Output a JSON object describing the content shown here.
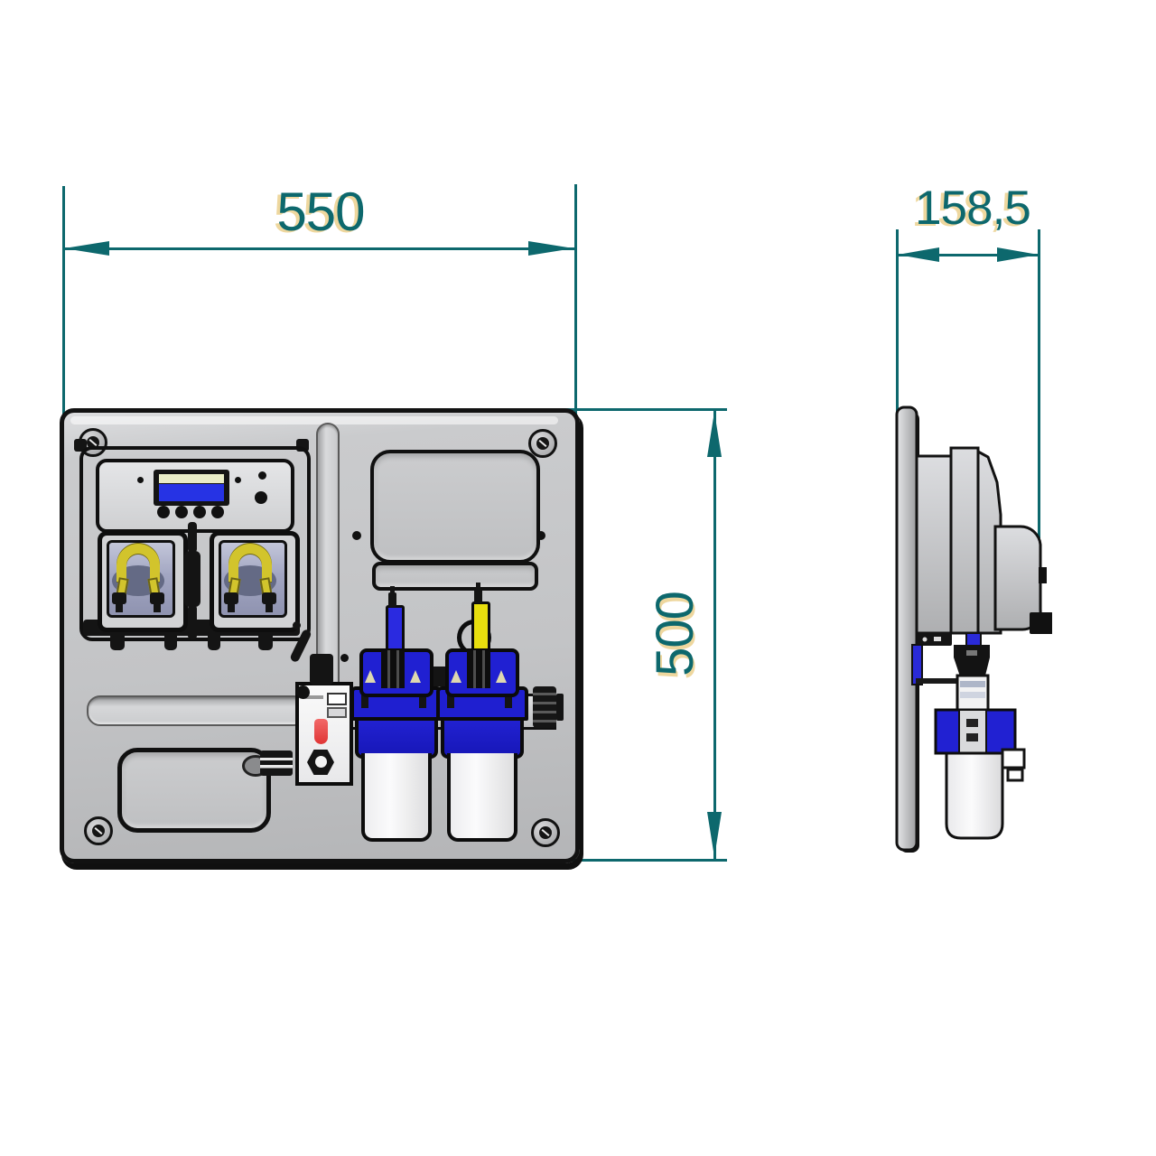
{
  "drawing": {
    "type": "technical-dimension-drawing",
    "subject": "wall-mounted water treatment dosing panel, front and side views"
  },
  "dimensions": {
    "front_width": "550",
    "front_height": "500",
    "side_depth": "158,5"
  },
  "colors": {
    "dimension_lines": "#0d686d",
    "dimension_text": "#0d686d",
    "panel_gray": "#c5c6c8",
    "outline_black": "#121212",
    "filter_blue": "#2121d2",
    "probe_blue": "#2a2ae0",
    "probe_yellow": "#e8df0e",
    "pump_tube_yellow": "#d2c42c",
    "lcd_screen_blue": "#2633e4",
    "lcd_strip_cream": "#e9edc6",
    "flow_indicator_red": "#e64747",
    "background": "#ffffff"
  }
}
